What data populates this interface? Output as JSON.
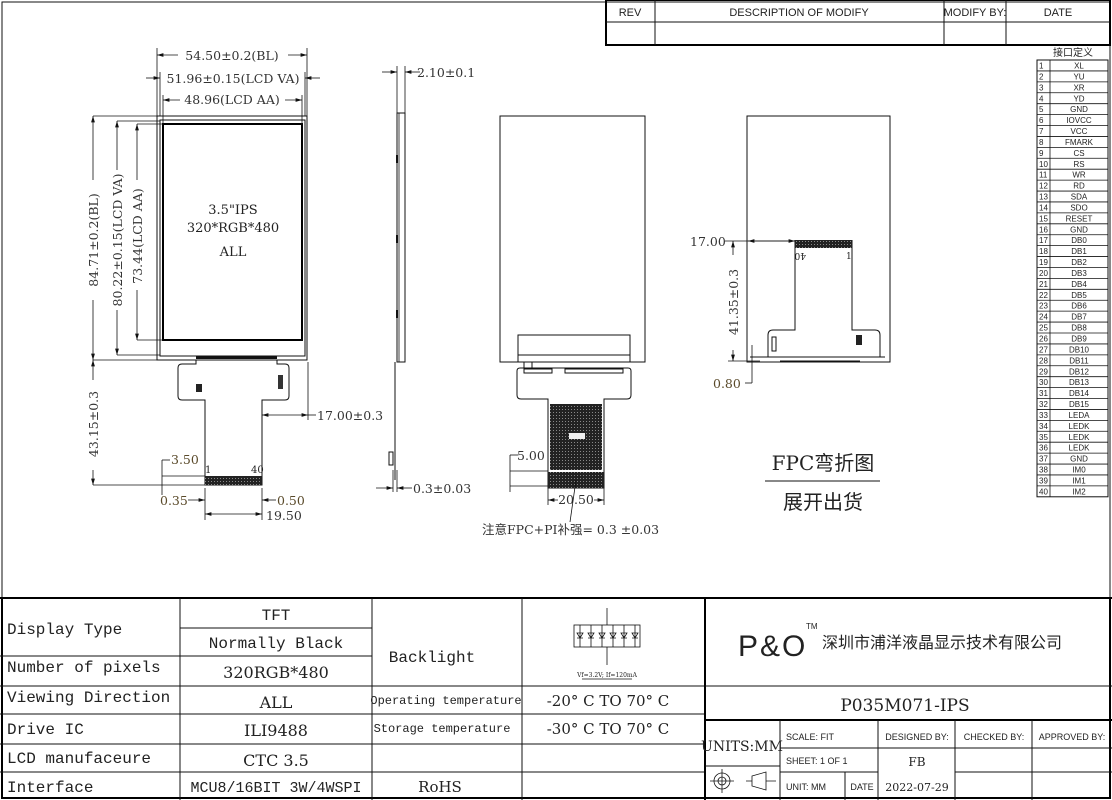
{
  "revision_table": {
    "headers": [
      "REV",
      "DESCRIPTION OF MODIFY",
      "MODIFY BY:",
      "DATE"
    ]
  },
  "front_view": {
    "dims": {
      "bl_width": "54.50±0.2(BL)",
      "va_width": "51.96±0.15(LCD VA)",
      "aa_width": "48.96(LCD AA)",
      "bl_height": "84.71±0.2(BL)",
      "va_height": "80.22±0.15(LCD VA)",
      "aa_height": "73.44(LCD AA)",
      "fpc_length": "43.15±0.3",
      "fpc_offset": "17.00±0.3",
      "pin_height": "3.50",
      "left_margin": "0.35",
      "right_margin": "0.50",
      "pin_span": "19.50"
    },
    "panel_lines": [
      "3.5\"IPS",
      "320*RGB*480",
      "ALL"
    ],
    "pin_first": "1",
    "pin_last": "40"
  },
  "side_view": {
    "thickness": "2.10±0.1",
    "fpc_thickness": "0.3±0.03"
  },
  "back_view": {
    "stiffener_height": "5.00",
    "stiffener_width": "20.50",
    "note": "注意FPC+PI补强= 0.3  ±0.03"
  },
  "bent_view": {
    "offset": "17.00",
    "length": "41.35±0.3",
    "gap": "0.80",
    "pin_first": "1",
    "pin_last": "40",
    "caption_top": "FPC弯折图",
    "caption_bottom": "展开出货"
  },
  "pin_table": {
    "title": "接口定义",
    "pins": [
      "XL",
      "YU",
      "XR",
      "YD",
      "GND",
      "IOVCC",
      "VCC",
      "FMARK",
      "CS",
      "RS",
      "WR",
      "RD",
      "SDA",
      "SDO",
      "RESET",
      "GND",
      "DB0",
      "DB1",
      "DB2",
      "DB3",
      "DB4",
      "DB5",
      "DB6",
      "DB7",
      "DB8",
      "DB9",
      "DB10",
      "DB11",
      "DB12",
      "DB13",
      "DB14",
      "DB15",
      "LEDA",
      "LEDK",
      "LEDK",
      "LEDK",
      "GND",
      "IM0",
      "IM1",
      "IM2"
    ]
  },
  "specs": {
    "display_type_label": "Display Type",
    "display_type_1": "TFT",
    "display_type_2": "Normally Black",
    "pixels_label": "Number of pixels",
    "pixels": "320RGB*480",
    "viewing_label": "Viewing Direction",
    "viewing": "ALL",
    "drive_ic_label": "Drive IC",
    "drive_ic": "ILI9488",
    "manufacturer_label": "LCD manufaceure",
    "manufacturer": "CTC 3.5",
    "interface_label": "Interface",
    "interface": "MCU8/16BIT 3W/4WSPI",
    "backlight_label": "Backlight",
    "backlight_note": "Vf=3.2V; If=120mA",
    "op_temp_label": "Operating temperature",
    "op_temp": "-20° C TO 70° C",
    "st_temp_label": "Storage temperature",
    "st_temp": "-30° C TO 70° C",
    "rohs": "RoHS"
  },
  "title_block": {
    "logo": "P&O",
    "logo_tm": "TM",
    "company": "深圳市浦洋液晶显示技术有限公司",
    "part_number": "P035M071-IPS",
    "units": "UNITS:MM",
    "scale": "SCALE:  FIT",
    "sheet": "SHEET:  1  OF  1",
    "unit": "UNIT:   MM",
    "date_label": "DATE",
    "designed_by_label": "DESIGNED BY:",
    "checked_by_label": "CHECKED BY:",
    "approved_by_label": "APPROVED BY:",
    "designer": "FB",
    "date": "2022-07-29"
  },
  "colors": {
    "line": "#111111",
    "dim_text": "#5a4a2a",
    "pin_text": "#333333"
  }
}
